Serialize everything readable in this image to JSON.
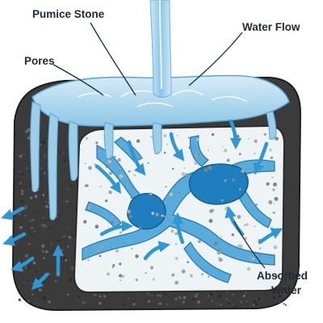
{
  "labels": {
    "pumice_stone": "Pumice Stone",
    "water_flow": "Water Flow",
    "pores": "Pores",
    "absorbed_line1": "Absorbed",
    "absorbed_line2": "Water"
  },
  "colors": {
    "stone_crust": "#3a3a3a",
    "stone_interior": "#eef3f6",
    "water_light": "#a9d3ea",
    "water_mid": "#5fb2dc",
    "water_deep": "#1e78b4",
    "arrow": "#3a9fd6",
    "text": "#1f2a33"
  },
  "icons": [
    "water-stream",
    "flow-arrow",
    "pore-channel",
    "stone-speckle"
  ]
}
